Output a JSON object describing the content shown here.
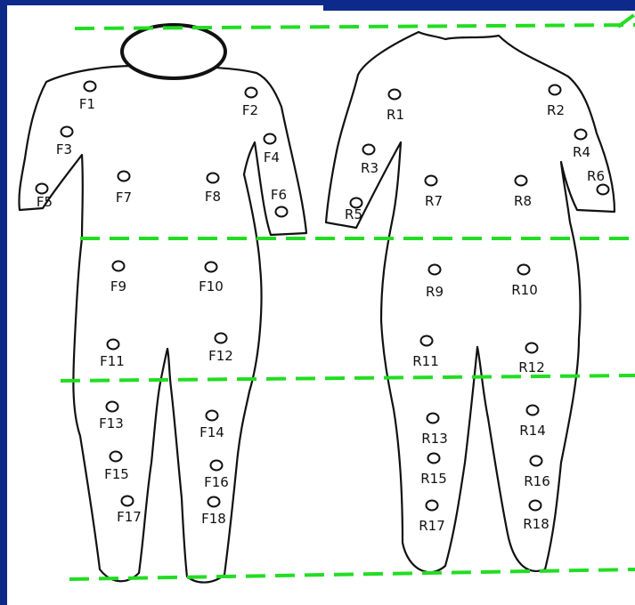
{
  "colors": {
    "background": "#0d2a8a",
    "panel": "#ffffff",
    "outline": "#111111",
    "zone_line": "#22dd22"
  },
  "front_sensors": [
    "F1",
    "F2",
    "F3",
    "F4",
    "F5",
    "F6",
    "F7",
    "F8",
    "F9",
    "F10",
    "F11",
    "F12",
    "F13",
    "F14",
    "F15",
    "F16",
    "F17",
    "F18"
  ],
  "rear_sensors": [
    "R1",
    "R2",
    "R3",
    "R4",
    "R5",
    "R6",
    "R7",
    "R8",
    "R9",
    "R10",
    "R11",
    "R12",
    "R13",
    "R14",
    "R15",
    "R16",
    "R17",
    "R18"
  ]
}
